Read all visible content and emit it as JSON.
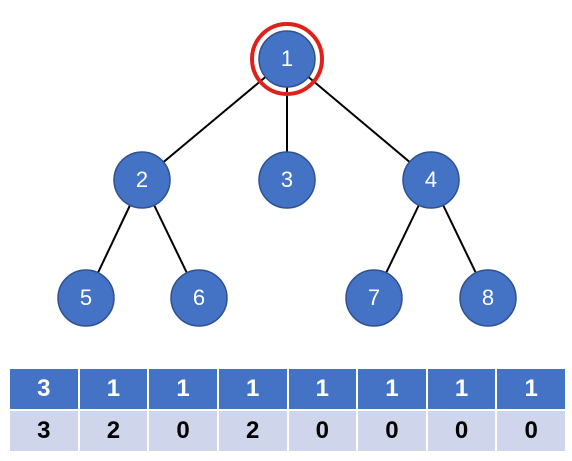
{
  "colors": {
    "node_fill": "#4472c4",
    "node_stroke": "#2f528f",
    "edge": "#000000",
    "highlight_ring": "#e0201b",
    "table_header_fill": "#4472c4",
    "table_row_fill": "#cfd5ea"
  },
  "tree": {
    "highlighted_node": "1",
    "nodes": [
      {
        "id": "1",
        "label": "1"
      },
      {
        "id": "2",
        "label": "2"
      },
      {
        "id": "3",
        "label": "3"
      },
      {
        "id": "4",
        "label": "4"
      },
      {
        "id": "5",
        "label": "5"
      },
      {
        "id": "6",
        "label": "6"
      },
      {
        "id": "7",
        "label": "7"
      },
      {
        "id": "8",
        "label": "8"
      }
    ],
    "edges": [
      [
        "1",
        "2"
      ],
      [
        "1",
        "3"
      ],
      [
        "1",
        "4"
      ],
      [
        "2",
        "5"
      ],
      [
        "2",
        "6"
      ],
      [
        "4",
        "7"
      ],
      [
        "4",
        "8"
      ]
    ]
  },
  "table": {
    "row1": [
      "3",
      "1",
      "1",
      "1",
      "1",
      "1",
      "1",
      "1"
    ],
    "row2": [
      "3",
      "2",
      "0",
      "2",
      "0",
      "0",
      "0",
      "0"
    ]
  }
}
